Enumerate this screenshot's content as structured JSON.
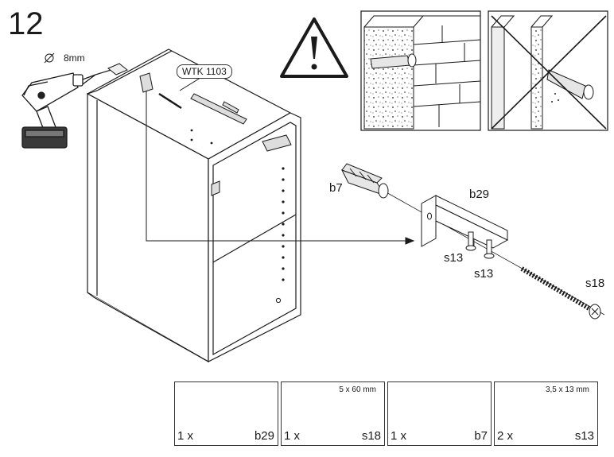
{
  "step_number": "12",
  "drill_label": "8mm",
  "reference_tag": "WTK 1103",
  "callout_labels": {
    "b7": "b7",
    "b29": "b29",
    "s13_a": "s13",
    "s13_b": "s13",
    "s18": "s18"
  },
  "parts": [
    {
      "qty": "1 x",
      "code": "b29",
      "dimension": ""
    },
    {
      "qty": "1 x",
      "code": "s18",
      "dimension": "5 x 60 mm"
    },
    {
      "qty": "1 x",
      "code": "b7",
      "dimension": ""
    },
    {
      "qty": "2 x",
      "code": "s13",
      "dimension": "3,5 x 13 mm"
    }
  ],
  "icons": [
    "warning-triangle-icon",
    "drill-icon",
    "diameter-icon"
  ],
  "colors": {
    "line": "#1a1a1a",
    "shading": "#c8c8c8",
    "background": "#ffffff"
  }
}
